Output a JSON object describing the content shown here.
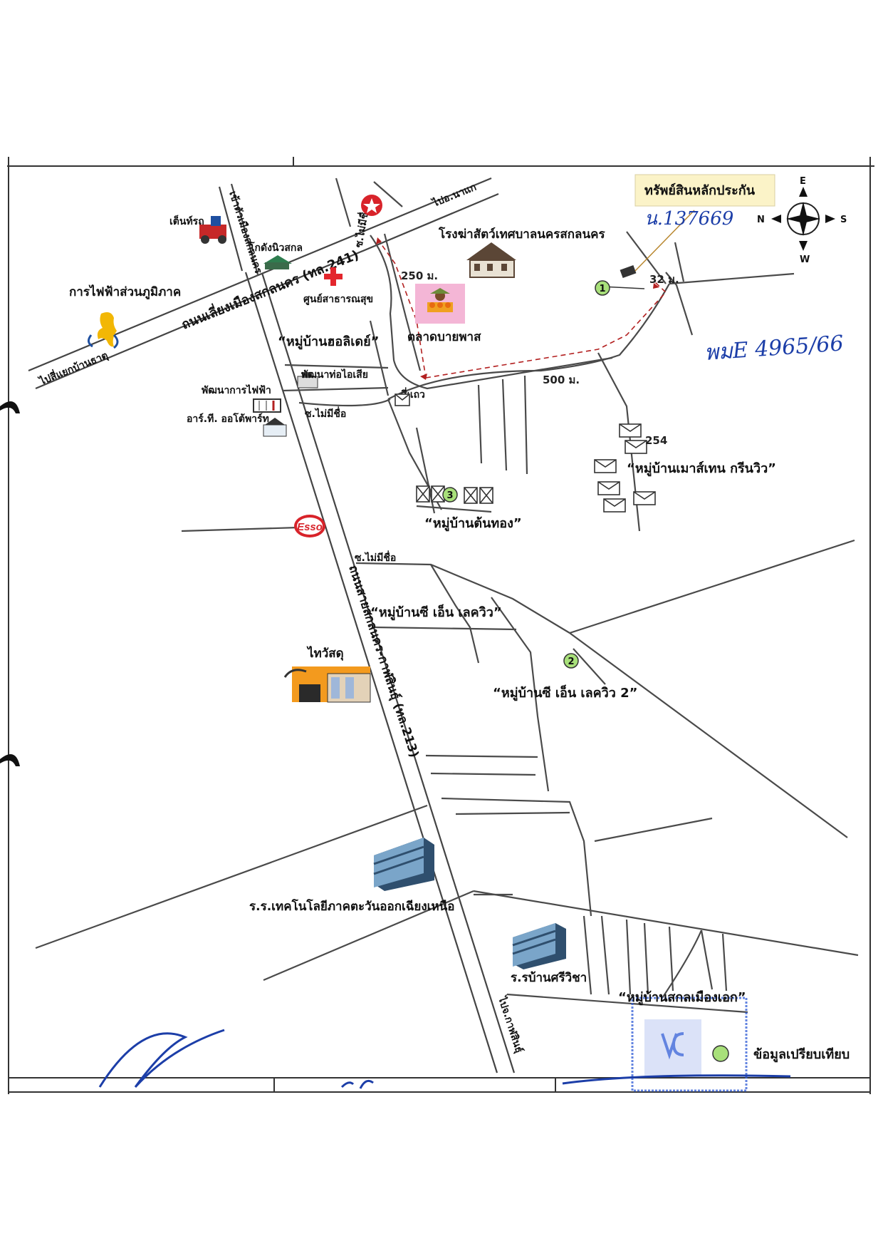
{
  "title": {
    "collateral_label": "ทรัพย์สินหลักประกัน",
    "deed_handwritten": "น.137669",
    "ref_handwritten": "พมE 4965/66"
  },
  "compass": {
    "north": "N",
    "east": "E",
    "south": "S",
    "west": "W"
  },
  "roads": {
    "highway_241": "ถนนเลี่ยงเมืองสกลนคร (ทล.241)",
    "highway_213": "ถนนสายสกลนคร-กาฬสินธุ์ (ทล.213)",
    "to_ban_that": "ไปสี่แยกบ้านธาตุ",
    "to_city": "เข้าตัวเมืองสกลนคร",
    "to_na_kae": "ไปอ.นาแก",
    "to_kalasin": "ไปจ.กาฬสินธุ์",
    "soi_unnamed_1": "ซ.ไม่มีชื่อ",
    "soi_unnamed_2": "ซ.ไม่มีชื่อ",
    "soi_unnamed_3": "ซ.ไม่มีชื่อ",
    "intersection": "สี่แถว"
  },
  "landmarks": {
    "tractor_shop": "เต็นท์รถ",
    "warehouse": "โกดังนิวสกล",
    "pea": "การไฟฟ้าส่วนภูมิภาค",
    "health_center": "ศูนย์สาธารณสุข",
    "slaughterhouse": "โรงฆ่าสัตว์เทศบาลนครสกลนคร",
    "market": "ตลาดบายพาส",
    "sewer": "พัฒนาท่อไอเสีย",
    "power_dev": "พัฒนาการไฟฟ้า",
    "autopart": "อาร์.ที. ออโต้พาร์ท",
    "thaiwatsadu": "ไทวัสดุ",
    "tech_college": "ร.ร.เทคโนโลยีภาคตะวันออกเฉียงเหนือ",
    "school_srivicha": "ร.รบ้านศรีวิชา",
    "esso": "Esso"
  },
  "villages": {
    "holiday": "“หมู่บ้านฮอลิเดย์”",
    "mountain": "“หมู่บ้านเมาส์เทน กรีนวิว”",
    "tonthong": "“หมู่บ้านต้นทอง”",
    "cn_lakeview": "“หมู่บ้านซี เอ็น เลควิว”",
    "cn_lakeview2": "“หมู่บ้านซี เอ็น เลควิว 2”",
    "sakon_muang_ek": "“หมู่บ้านสกลเมืองเอก”"
  },
  "distances": {
    "d250": "250 ม.",
    "d32": "32 ม.",
    "d500": "500 ม."
  },
  "markers": {
    "m1": "1",
    "m2": "2",
    "m3": "3",
    "house_no": "254"
  },
  "comparison_label": "ข้อมูลเปรียบเทียบ",
  "colors": {
    "marker_green": "#a8e07a",
    "collateral_box": "#fbf3c8",
    "route": "#b32020",
    "ink": "#1c3ea8",
    "stamp": "#2f5bd6"
  }
}
